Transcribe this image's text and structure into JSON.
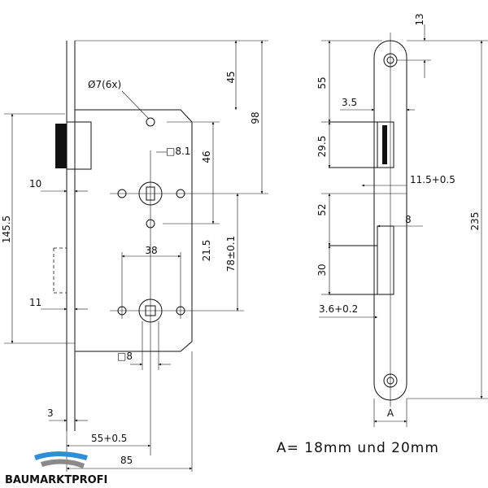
{
  "left_view": {
    "hole_note": "Ø7(6x)",
    "dims": {
      "d45": "45",
      "d98": "98",
      "d145": "145.5",
      "d10": "10",
      "d11": "11",
      "d46": "46",
      "d8_1": "□8.1",
      "d21": "21.5",
      "d78": "78±0.1",
      "d38": "38",
      "d8": "□8",
      "d3": "3",
      "d55": "55+0.5",
      "d85": "85"
    }
  },
  "right_view": {
    "dims": {
      "d13": "13",
      "d55": "55",
      "d3_5": "3.5",
      "d29": "29.5",
      "d11_5": "11.5+0.5",
      "d52": "52",
      "d8": "8",
      "d30": "30",
      "d3_6": "3.6+0.2",
      "d235": "235",
      "dA": "A"
    }
  },
  "caption": "A= 18mm und 20mm",
  "logo": {
    "text": "BAUMARKTPROFI",
    "colors": {
      "blue": "#2f8fd6",
      "gray": "#8a8a8a"
    }
  }
}
